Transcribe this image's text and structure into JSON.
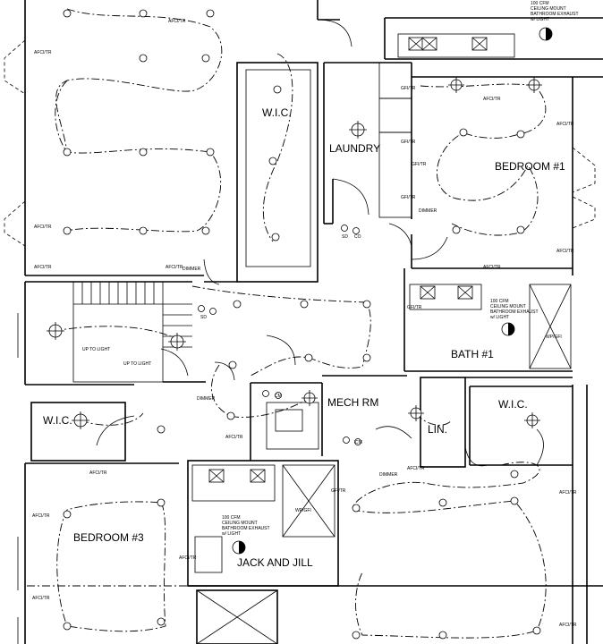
{
  "rooms": {
    "wic_top": "W.I.C.",
    "laundry": "LAUNDRY",
    "bedroom1": "BEDROOM #1",
    "bath1": "BATH #1",
    "wic_left": "W.I.C.",
    "mech": "MECH RM",
    "lin": "LIN.",
    "wic_right": "W.I.C.",
    "bedroom3": "BEDROOM #3",
    "jack_jill": "JACK AND JILL"
  },
  "labels": {
    "afci": "AFCI/TR",
    "gfi": "GFI/TR",
    "dimmer": "DIMMER",
    "up_to_light": "UP TO LIGHT",
    "sd": "SD",
    "co": "CO",
    "cm": "CM",
    "r": "R",
    "wp_gfi": "WP/GFI"
  },
  "notes": {
    "fan_top_1": "100 CFM",
    "fan_top_2": "CEILING MOUNT",
    "fan_top_3": "BATHROOM EXHAUST",
    "fan_top_4": "w/ LIGHT",
    "fan_bath1_1": "100 CFM",
    "fan_bath1_2": "CEILING MOUNT",
    "fan_bath1_3": "BATHROOM EXHAUST",
    "fan_bath1_4": "w/ LIGHT",
    "fan_jj_1": "100 CFM",
    "fan_jj_2": "CEILING MOUNT",
    "fan_jj_3": "BATHROOM EXHAUST",
    "fan_jj_4": "w/ LIGHT"
  }
}
